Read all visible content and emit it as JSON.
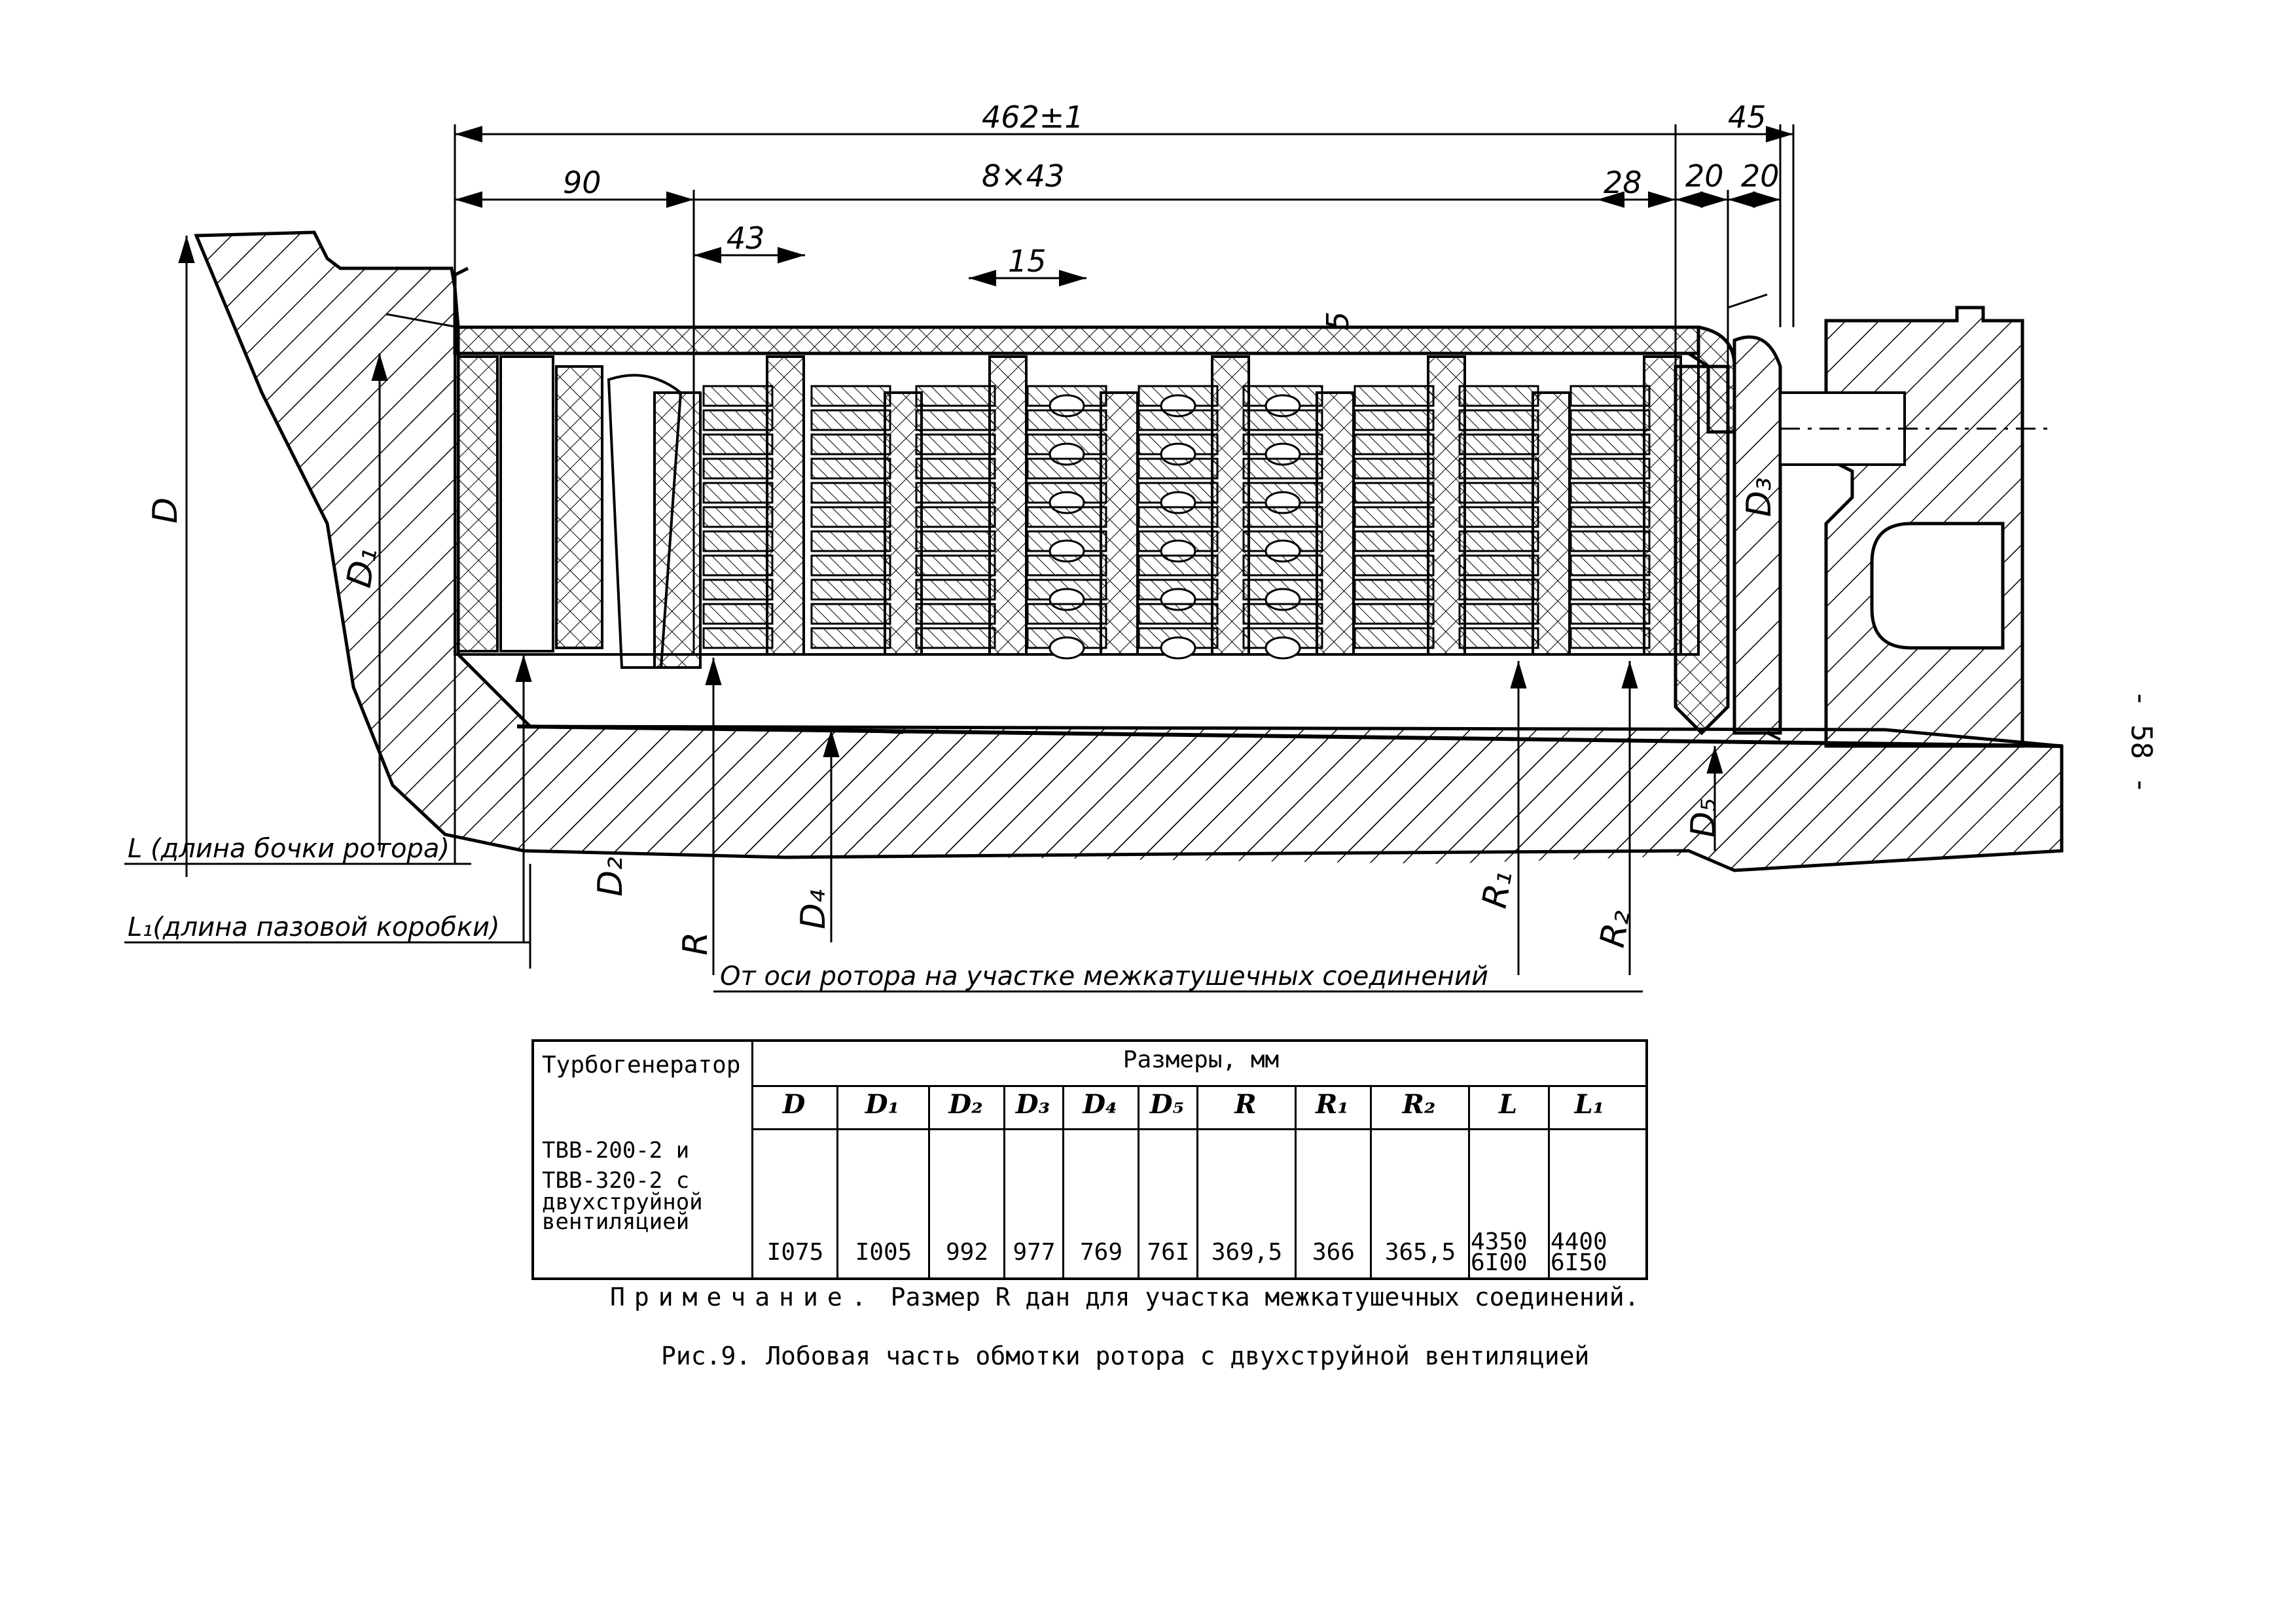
{
  "drawing": {
    "dimensions": {
      "overall": "462±1",
      "right_end": "45",
      "left_section": "90",
      "pitch": "8×43",
      "first_gap": "43",
      "small_gap": "15",
      "right_28": "28",
      "right_20a": "20",
      "right_20b": "20",
      "vertical_5": "5"
    },
    "labels": {
      "D": "D",
      "D1": "D₁",
      "D2": "D₂",
      "D3": "D₃",
      "D4": "D₄",
      "D5": "D₅",
      "R": "R",
      "R1": "R₁",
      "R2": "R₂",
      "L_text": "L (длина бочки ротора)",
      "L1_text": "L₁(длина пазовой коробки)",
      "axis_text": "От оси ротора на участке межкатушечных соединений"
    }
  },
  "table": {
    "col_header": "Турбогенератор",
    "group_header": "Размеры, мм",
    "symbols": [
      "D",
      "D₁",
      "D₂",
      "D₃",
      "D₄",
      "D₅",
      "R",
      "R₁",
      "R₂",
      "L",
      "L₁"
    ],
    "row": {
      "name_line1": "ТВВ-200-2 и",
      "name_line2": "ТВВ-320-2 с",
      "name_line3": "двухструйной",
      "name_line4": "вентиляцией",
      "values": [
        "I075",
        "I005",
        "992",
        "977",
        "769",
        "76I",
        "369,5",
        "366",
        "365,5",
        "4350\n6I00",
        "4400\n6I50"
      ]
    }
  },
  "note": {
    "lead": "Примечание.",
    "text": "Размер R дан для участка межкатушечных соединений."
  },
  "caption": "Рис.9. Лобовая часть обмотки ротора с двухструйной вентиляцией",
  "page_number": "- 58 -"
}
